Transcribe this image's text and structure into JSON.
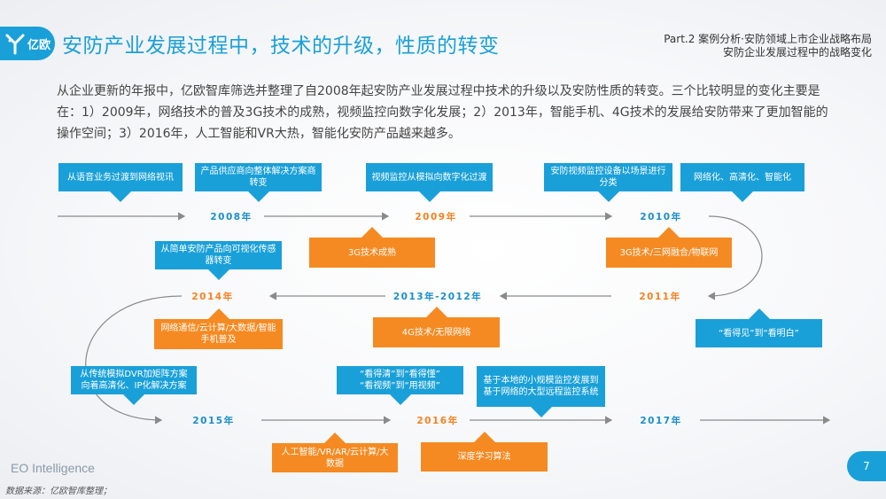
{
  "header": {
    "logo_text": "亿欧",
    "title": "安防产业发展过程中，技术的升级，性质的转变",
    "part_line1": "Part.2 案例分析·安防领域上市企业战略布局",
    "part_line2": "安防企业发展过程中的战略变化"
  },
  "intro": "从企业更新的年报中，亿欧智库筛选并整理了自2008年起安防产业发展过程中技术的升级以及安防性质的转变。三个比较明显的变化主要是在：1）2009年，网络技术的普及3G技术的成熟，视频监控向数字化发展；2）2013年，智能手机、4G技术的发展给安防带来了更加智能的操作空间；3）2016年，人工智能和VR大热，智能化安防产品越来越多。",
  "colors": {
    "blue": "#1aa0d8",
    "orange": "#f58a22",
    "line": "#8a8a8a"
  },
  "timeline": {
    "row1": [
      "2008年",
      "2009年",
      "2010年"
    ],
    "row2": [
      "2014年",
      "2013年-2012年",
      "2011年"
    ],
    "row3": [
      "2015年",
      "2016年",
      "2017年"
    ]
  },
  "callouts": {
    "c1": "从语音业务过渡到网络视讯",
    "c2": "产品供应商向整体解决方案商转变",
    "c3": "视频监控从模拟向数字化过渡",
    "c4": "安防视频监控设备以场景进行分类",
    "c5": "网络化、高清化、智能化",
    "c6": "3G技术成熟",
    "c7": "3G技术/三网融合/物联网",
    "c8": "从简单安防产品向可视化传感器转变",
    "c9": "网络通信/云计算/大数据/智能手机普及",
    "c10": "4G技术/无限网络",
    "c11": "“看得见”到“看明白”",
    "c12": "从传统模拟DVR加矩阵方案向着高清化、IP化解决方案",
    "c13": "“看得清”到“看得懂”\n“看视频”到“用视频”",
    "c14": "基于本地的小规模监控发展到基于网络的大型远程监控系统",
    "c15": "人工智能/VR/AR/云计算/大数据",
    "c16": "深度学习算法"
  },
  "footer": {
    "brand": "EO Intelligence",
    "source": "数据来源：亿欧智库整理；",
    "page": "7"
  }
}
